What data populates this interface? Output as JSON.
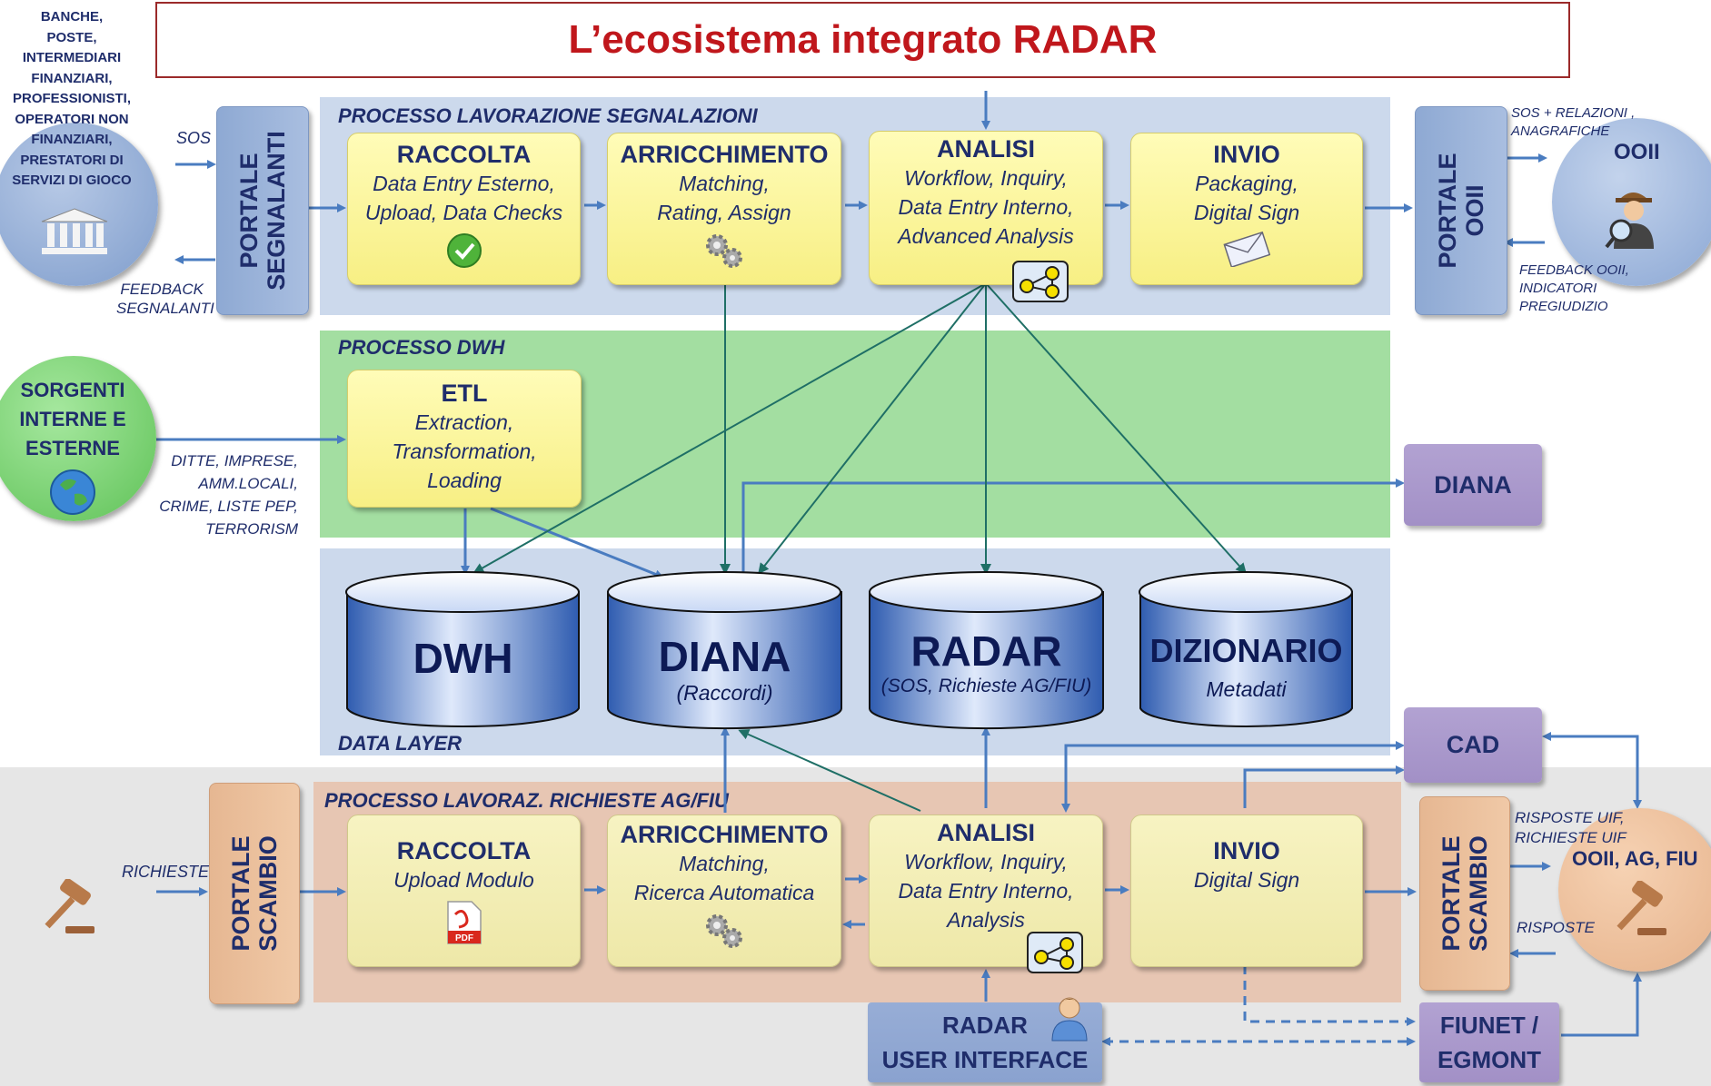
{
  "title": "L’ecosistema integrato RADAR",
  "sections": {
    "segnalazioni": "PROCESSO LAVORAZIONE SEGNALAZIONI",
    "dwh": "PROCESSO DWH",
    "data_layer": "DATA LAYER",
    "richieste": "PROCESSO LAVORAZ. RICHIESTE AG/FIU"
  },
  "top_row": [
    {
      "title": "RACCOLTA",
      "lines": [
        "Data Entry Esterno,",
        "Upload, Data Checks"
      ],
      "icon": "check-icon"
    },
    {
      "title": "ARRICCHIMENTO",
      "lines": [
        "Matching,",
        "Rating, Assign"
      ],
      "icon": "gears-icon"
    },
    {
      "title": "ANALISI",
      "lines": [
        "Workflow, Inquiry,",
        "Data Entry Interno,",
        "Advanced Analysis"
      ],
      "icon": "network-icon"
    },
    {
      "title": "INVIO",
      "lines": [
        "Packaging,",
        "Digital Sign"
      ],
      "icon": "envelope-icon"
    }
  ],
  "etl": {
    "title": "ETL",
    "lines": [
      "Extraction,",
      "Transformation,",
      "Loading"
    ]
  },
  "bottom_row": [
    {
      "title": "RACCOLTA",
      "lines": [
        "Upload Modulo"
      ],
      "icon": "pdf-icon"
    },
    {
      "title": "ARRICCHIMENTO",
      "lines": [
        "Matching,",
        "Ricerca Automatica"
      ],
      "icon": "gears-icon"
    },
    {
      "title": "ANALISI",
      "lines": [
        "Workflow, Inquiry,",
        "Data Entry Interno,",
        "Analysis"
      ],
      "icon": "network-icon"
    },
    {
      "title": "INVIO",
      "lines": [
        "Digital Sign"
      ],
      "icon": ""
    }
  ],
  "pdf_label": "PDF",
  "databases": [
    {
      "name": "DWH",
      "sub": ""
    },
    {
      "name": "DIANA",
      "sub": "(Raccordi)"
    },
    {
      "name": "RADAR",
      "sub": "(SOS, Richieste AG/FIU)"
    },
    {
      "name": "DIZIONARIO",
      "sub": "Metadati"
    }
  ],
  "portals": {
    "segnalanti": [
      "PORTALE",
      "SEGNALANTI"
    ],
    "ooii": [
      "PORTALE",
      "OOII"
    ],
    "scambio_left": [
      "PORTALE",
      "SCAMBIO"
    ],
    "scambio_right": [
      "PORTALE",
      "SCAMBIO"
    ]
  },
  "actors": {
    "banche": [
      "BANCHE,",
      "POSTE,",
      "INTERMEDIARI",
      "FINANZIARI,",
      "PROFESSIONISTI,",
      "OPERATORI NON",
      "FINANZIARI,",
      "PRESTATORI DI",
      "SERVIZI DI GIOCO"
    ],
    "ooii": "OOII",
    "sorgenti": [
      "SORGENTI",
      "INTERNE E",
      "ESTERNE"
    ],
    "ooii_ag_fiu": "OOII, AG, FIU"
  },
  "notes": {
    "sos": "SOS",
    "feedback_segnalanti": [
      "FEEDBACK",
      "SEGNALANTI"
    ],
    "sos_relazioni": [
      "SOS + RELAZIONI ,",
      "ANAGRAFICHE"
    ],
    "feedback_ooii": [
      "FEEDBACK OOII,",
      "INDICATORI",
      "PREGIUDIZIO"
    ],
    "ditte": [
      "DITTE, IMPRESE,",
      "AMM.LOCALI,",
      "CRIME, LISTE PEP,",
      "TERRORISM"
    ],
    "richieste": "RICHIESTE",
    "risposte_uif": [
      "RISPOSTE UIF,",
      "RICHIESTE UIF"
    ],
    "risposte": "RISPOSTE"
  },
  "purple_boxes": {
    "diana": "DIANA",
    "cad": "CAD",
    "fiunet": [
      "FIUNET /",
      "EGMONT"
    ],
    "radar_ui": [
      "RADAR",
      "USER INTERFACE"
    ]
  },
  "colors": {
    "title": "#c0171c",
    "text": "#1f2d6b",
    "arrow_blue": "#4a7cc0",
    "arrow_teal": "#1f6f66",
    "panel_blue": "#ccd9ec",
    "panel_green": "#a3dea1",
    "panel_tan": "#e7c6b3",
    "gray_band": "#e6e6e6"
  }
}
